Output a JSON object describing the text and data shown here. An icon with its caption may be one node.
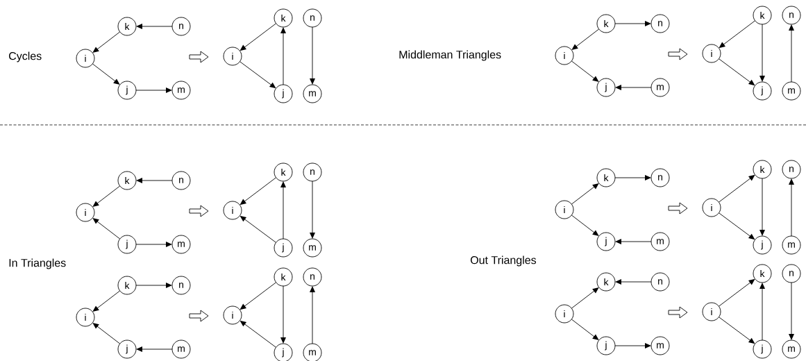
{
  "diagram": {
    "nodes": [
      {
        "text": [],
        "shape": "graph"
      },
      {
        "text": [
          "k"
        ],
        "in": 0
      },
      {
        "text": [
          "n"
        ],
        "in": 0
      },
      {
        "text": [
          "i"
        ],
        "in": 0
      },
      {
        "text": [
          "j"
        ],
        "in": 0
      },
      {
        "text": [
          "m"
        ],
        "in": 0
      },
      {
        "text": [],
        "shape": "graph"
      },
      {
        "text": [
          "k"
        ],
        "in": 6
      },
      {
        "text": [
          "n"
        ],
        "in": 6
      },
      {
        "text": [
          "i"
        ],
        "in": 6
      },
      {
        "text": [
          "j"
        ],
        "in": 6
      },
      {
        "text": [
          "m"
        ],
        "in": 6
      },
      {
        "text": [],
        "shape": "graph"
      },
      {
        "text": [
          "k"
        ],
        "in": 12
      },
      {
        "text": [
          "n"
        ],
        "in": 12
      },
      {
        "text": [
          "i"
        ],
        "in": 12
      },
      {
        "text": [
          "j"
        ],
        "in": 12
      },
      {
        "text": [
          "m"
        ],
        "in": 12
      },
      {
        "text": [],
        "shape": "graph"
      },
      {
        "text": [
          "k"
        ],
        "in": 18
      },
      {
        "text": [
          "n"
        ],
        "in": 18
      },
      {
        "text": [
          "i"
        ],
        "in": 18
      },
      {
        "text": [
          "j"
        ],
        "in": 18
      },
      {
        "text": [
          "m"
        ],
        "in": 18
      },
      {
        "text": [],
        "shape": "graph"
      },
      {
        "text": [
          "k"
        ],
        "in": 24
      },
      {
        "text": [
          "n"
        ],
        "in": 24
      },
      {
        "text": [
          "i"
        ],
        "in": 24
      },
      {
        "text": [
          "j"
        ],
        "in": 24
      },
      {
        "text": [
          "m"
        ],
        "in": 24
      },
      {
        "text": [],
        "shape": "graph"
      },
      {
        "text": [
          "k"
        ],
        "in": 30
      },
      {
        "text": [
          "n"
        ],
        "in": 30
      },
      {
        "text": [
          "i"
        ],
        "in": 30
      },
      {
        "text": [
          "j"
        ],
        "in": 30
      },
      {
        "text": [
          "m"
        ],
        "in": 30
      },
      {
        "text": [],
        "shape": "graph"
      },
      {
        "text": [
          "k"
        ],
        "in": 36
      },
      {
        "text": [
          "n"
        ],
        "in": 36
      },
      {
        "text": [
          "i"
        ],
        "in": 36
      },
      {
        "text": [
          "j"
        ],
        "in": 36
      },
      {
        "text": [
          "m"
        ],
        "in": 36
      },
      {
        "text": [],
        "shape": "graph"
      },
      {
        "text": [
          "k"
        ],
        "in": 42
      },
      {
        "text": [
          "n"
        ],
        "in": 42
      },
      {
        "text": [
          "i"
        ],
        "in": 42
      },
      {
        "text": [
          "j"
        ],
        "in": 42
      },
      {
        "text": [
          "m"
        ],
        "in": 42
      },
      {
        "text": [],
        "shape": "graph"
      },
      {
        "text": [
          "k"
        ],
        "in": 48
      },
      {
        "text": [
          "n"
        ],
        "in": 48
      },
      {
        "text": [
          "i"
        ],
        "in": 48
      },
      {
        "text": [
          "j"
        ],
        "in": 48
      },
      {
        "text": [
          "m"
        ],
        "in": 48
      },
      {
        "text": [],
        "shape": "graph"
      },
      {
        "text": [
          "k"
        ],
        "in": 54
      },
      {
        "text": [
          "n"
        ],
        "in": 54
      },
      {
        "text": [
          "i"
        ],
        "in": 54
      },
      {
        "text": [
          "j"
        ],
        "in": 54
      },
      {
        "text": [
          "m"
        ],
        "in": 54
      },
      {
        "text": [],
        "shape": "graph"
      },
      {
        "text": [
          "k"
        ],
        "in": 60
      },
      {
        "text": [
          "n"
        ],
        "in": 60
      },
      {
        "text": [
          "i"
        ],
        "in": 60
      },
      {
        "text": [
          "j"
        ],
        "in": 60
      },
      {
        "text": [
          "m"
        ],
        "in": 60
      },
      {
        "text": [],
        "shape": "graph"
      },
      {
        "text": [
          "k"
        ],
        "in": 66
      },
      {
        "text": [
          "n"
        ],
        "in": 66
      },
      {
        "text": [
          "i"
        ],
        "in": 66
      },
      {
        "text": [
          "j"
        ],
        "in": 66
      },
      {
        "text": [
          "m"
        ],
        "in": 66
      }
    ],
    "edges": [
      {
        "from": 2,
        "to": 1,
        "arrow": "to"
      },
      {
        "from": 1,
        "to": 3,
        "arrow": "to"
      },
      {
        "from": 3,
        "to": 4,
        "arrow": "to"
      },
      {
        "from": 4,
        "to": 5,
        "arrow": "to"
      },
      {
        "from": 0,
        "to": 6,
        "arrow": "to"
      },
      {
        "from": 7,
        "to": 9,
        "arrow": "to"
      },
      {
        "from": 9,
        "to": 10,
        "arrow": "to"
      },
      {
        "from": 10,
        "to": 7,
        "arrow": "to"
      },
      {
        "from": 8,
        "to": 11,
        "arrow": "to"
      },
      {
        "from": 13,
        "to": 14,
        "arrow": "to"
      },
      {
        "from": 13,
        "to": 15,
        "arrow": "to"
      },
      {
        "from": 15,
        "to": 16,
        "arrow": "to"
      },
      {
        "from": 17,
        "to": 16,
        "arrow": "to"
      },
      {
        "from": 12,
        "to": 18,
        "arrow": "to"
      },
      {
        "from": 19,
        "to": 21,
        "arrow": "to"
      },
      {
        "from": 21,
        "to": 22,
        "arrow": "to"
      },
      {
        "from": 19,
        "to": 22,
        "arrow": "to"
      },
      {
        "from": 23,
        "to": 20,
        "arrow": "to"
      },
      {
        "from": 26,
        "to": 25,
        "arrow": "to"
      },
      {
        "from": 25,
        "to": 27,
        "arrow": "to"
      },
      {
        "from": 28,
        "to": 27,
        "arrow": "to"
      },
      {
        "from": 28,
        "to": 29,
        "arrow": "to"
      },
      {
        "from": 24,
        "to": 30,
        "arrow": "to"
      },
      {
        "from": 31,
        "to": 33,
        "arrow": "to"
      },
      {
        "from": 34,
        "to": 33,
        "arrow": "to"
      },
      {
        "from": 34,
        "to": 31,
        "arrow": "to"
      },
      {
        "from": 32,
        "to": 35,
        "arrow": "to"
      },
      {
        "from": 37,
        "to": 38,
        "arrow": "to"
      },
      {
        "from": 37,
        "to": 39,
        "arrow": "to"
      },
      {
        "from": 40,
        "to": 39,
        "arrow": "to"
      },
      {
        "from": 41,
        "to": 40,
        "arrow": "to"
      },
      {
        "from": 36,
        "to": 42,
        "arrow": "to"
      },
      {
        "from": 43,
        "to": 45,
        "arrow": "to"
      },
      {
        "from": 46,
        "to": 45,
        "arrow": "to"
      },
      {
        "from": 43,
        "to": 46,
        "arrow": "to"
      },
      {
        "from": 47,
        "to": 44,
        "arrow": "to"
      },
      {
        "from": 51,
        "to": 49,
        "arrow": "to"
      },
      {
        "from": 49,
        "to": 50,
        "arrow": "to"
      },
      {
        "from": 51,
        "to": 52,
        "arrow": "to"
      },
      {
        "from": 53,
        "to": 52,
        "arrow": "to"
      },
      {
        "from": 48,
        "to": 54,
        "arrow": "to"
      },
      {
        "from": 57,
        "to": 55,
        "arrow": "to"
      },
      {
        "from": 57,
        "to": 58,
        "arrow": "to"
      },
      {
        "from": 55,
        "to": 58,
        "arrow": "to"
      },
      {
        "from": 59,
        "to": 56,
        "arrow": "to"
      },
      {
        "from": 63,
        "to": 61,
        "arrow": "to"
      },
      {
        "from": 62,
        "to": 61,
        "arrow": "to"
      },
      {
        "from": 63,
        "to": 64,
        "arrow": "to"
      },
      {
        "from": 64,
        "to": 65,
        "arrow": "to"
      },
      {
        "from": 60,
        "to": 66,
        "arrow": "to"
      },
      {
        "from": 69,
        "to": 67,
        "arrow": "to"
      },
      {
        "from": 69,
        "to": 70,
        "arrow": "to"
      },
      {
        "from": 70,
        "to": 67,
        "arrow": "to"
      },
      {
        "from": 68,
        "to": 71,
        "arrow": "to"
      }
    ],
    "labels": [
      "Cycles",
      "Middleman Triangles",
      "In Triangles",
      "Out Triangles"
    ]
  }
}
